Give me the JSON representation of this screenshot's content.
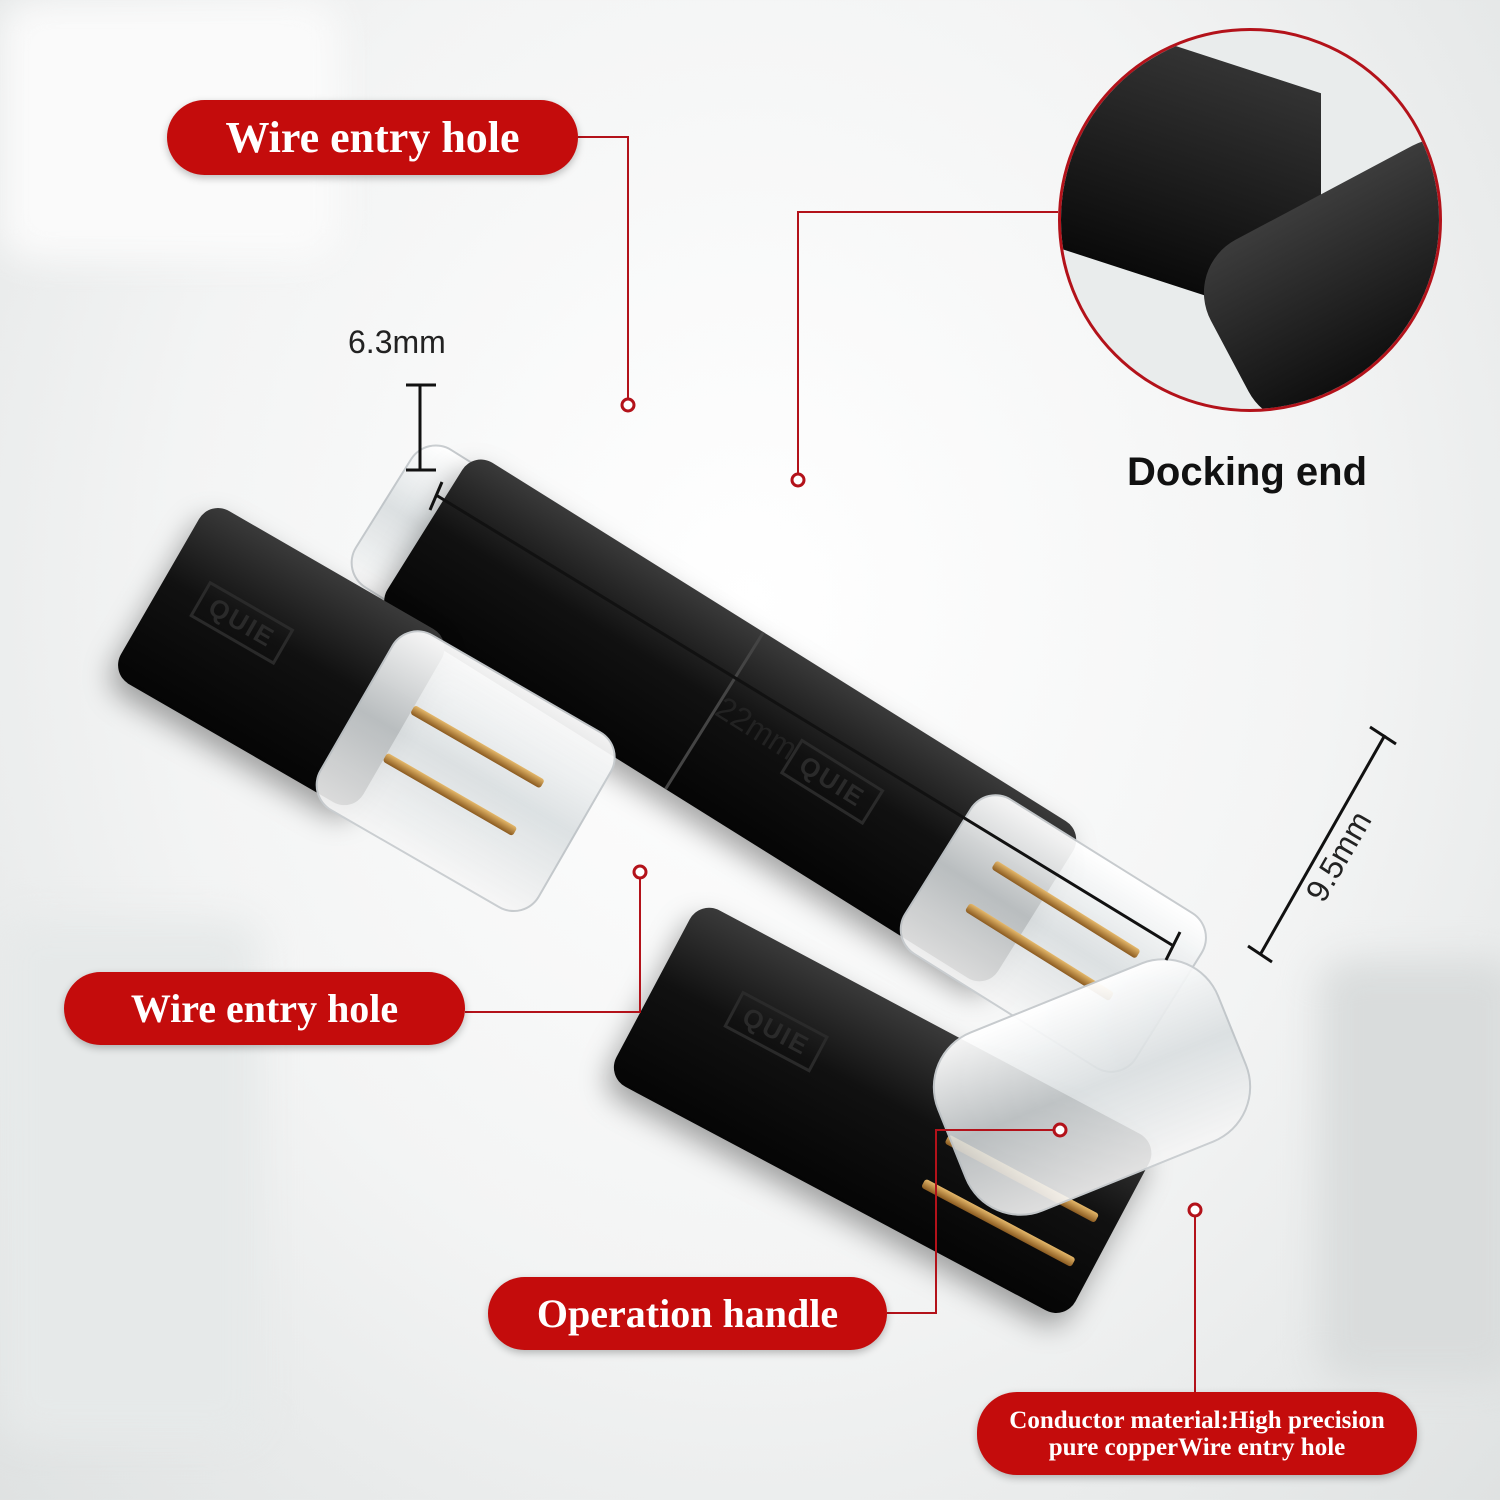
{
  "labels": {
    "wire_entry_top": "Wire entry hole",
    "docking_end": "Docking end",
    "wire_entry_left": "Wire entry hole",
    "operation_handle": "Operation handle",
    "conductor_line1": "Conductor material:High precision",
    "conductor_line2": "pure copperWire entry hole"
  },
  "dimensions": {
    "height": "6.3mm",
    "length": "22mm",
    "width": "9.5mm"
  },
  "brand_marking": "QUIE",
  "colors": {
    "label_red": "#c40c0c",
    "connector_body": "#111111",
    "background": "#f3f4f4"
  }
}
